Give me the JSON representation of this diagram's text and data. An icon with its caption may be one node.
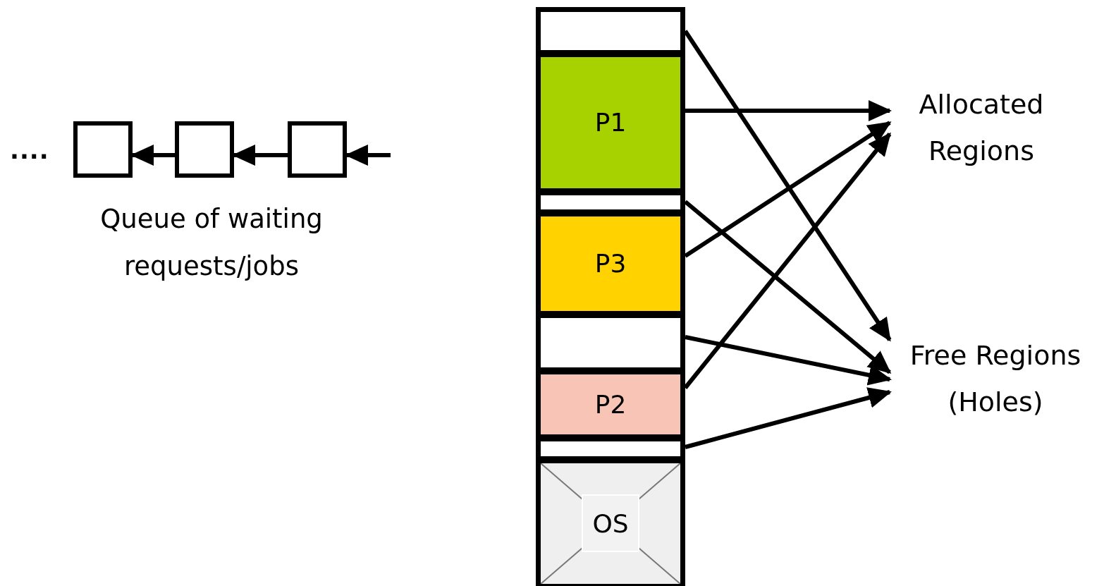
{
  "diagram": {
    "nodes": [
      {
        "text": [],
        "shape": "box"
      },
      {
        "text": [],
        "shape": "box"
      },
      {
        "text": [],
        "shape": "box"
      },
      {
        "text": [],
        "shape": "box"
      },
      {
        "text": [
          "P1"
        ]
      },
      {
        "text": [],
        "shape": "box"
      },
      {
        "text": [
          "P3"
        ]
      },
      {
        "text": [],
        "shape": "box"
      },
      {
        "text": [
          "P2"
        ]
      },
      {
        "text": [],
        "shape": "box"
      },
      {
        "text": [
          "OS"
        ]
      },
      {
        "text": [
          "Allocated Regions"
        ]
      },
      {
        "text": [
          "Free Regions (Holes)"
        ]
      }
    ],
    "edges": [
      {
        "from": 1,
        "to": 0,
        "arrow": "to"
      },
      {
        "from": 2,
        "to": 1,
        "arrow": "to"
      },
      {
        "from": null,
        "to": 2,
        "arrow": "to"
      },
      {
        "from": 3,
        "to": 12,
        "arrow": "to"
      },
      {
        "from": 4,
        "to": 11,
        "arrow": "to"
      },
      {
        "from": 5,
        "to": 12,
        "arrow": "to"
      },
      {
        "from": 6,
        "to": 11,
        "arrow": "to"
      },
      {
        "from": 7,
        "to": 12,
        "arrow": "to"
      },
      {
        "from": 8,
        "to": 11,
        "arrow": "to"
      },
      {
        "from": 9,
        "to": 12,
        "arrow": "to"
      }
    ],
    "labels": [
      "....",
      "Queue of waiting requests/jobs"
    ]
  }
}
